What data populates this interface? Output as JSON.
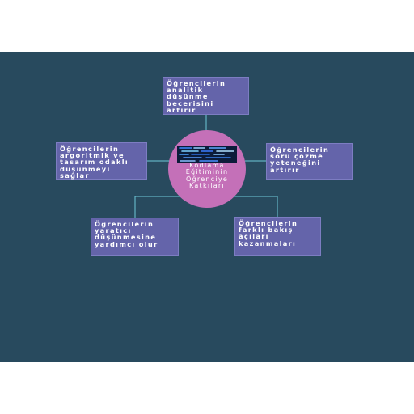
{
  "diagram": {
    "center": {
      "label": "Kodlama\nEğitiminin\nÖğrenciye\nKatkıları",
      "image_icon": "code-screen-icon"
    },
    "nodes": {
      "top": "Öğrencilerin\nanalitik\ndüşünme\nbecerisini\nartırır",
      "left": "Öğrencilerin\nargoritmik ve\ntasarım odaklı\ndüşünmeyi\nsağlar",
      "right": "Öğrencilerin\nsoru çözme\nyeteneğini\nartırır",
      "bottom_left": "Öğrencilerin\nyaratıcı\ndüşünmesine\nyardımcı olur",
      "bottom_right": "Öğrencilerin\nfarklı bakış\naçıları\nkazanmaları"
    },
    "colors": {
      "background": "#284a5e",
      "box": "#6464aa",
      "circle": "#c470b8",
      "connector": "#6ec8d8"
    }
  }
}
